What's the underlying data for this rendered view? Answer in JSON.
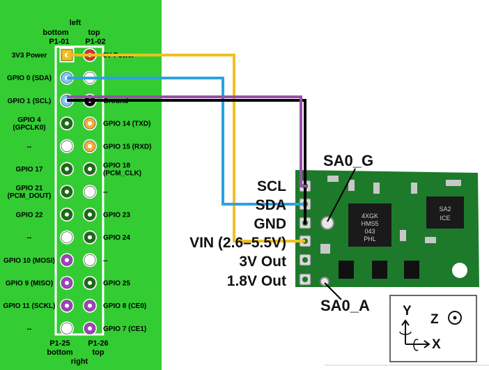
{
  "header": {
    "side": "left",
    "col_left_sub": "bottom",
    "col_right_sub": "top",
    "col_left_id": "P1-01",
    "col_right_id": "P1-02"
  },
  "footer": {
    "col_left_id": "P1-25",
    "col_right_id": "P1-26",
    "col_left_sub": "bottom",
    "col_right_sub": "top",
    "side": "right"
  },
  "pins_left": [
    {
      "label": [
        "3V3 Power"
      ],
      "color": "#f0c020",
      "square": true
    },
    {
      "label": [
        "GPIO 0 (SDA)"
      ],
      "color": "#7ec8f0"
    },
    {
      "label": [
        "GPIO 1 (SCL)"
      ],
      "color": "#7ec8f0"
    },
    {
      "label": [
        "GPIO 4",
        "(GPCLK0)"
      ],
      "color": "#1a6b12"
    },
    {
      "label": [
        "--"
      ],
      "color": "#ffffff"
    },
    {
      "label": [
        "GPIO 17"
      ],
      "color": "#1a6b12"
    },
    {
      "label": [
        "GPIO 21",
        "(PCM_DOUT)"
      ],
      "color": "#1a6b12"
    },
    {
      "label": [
        "GPIO 22"
      ],
      "color": "#1a6b12"
    },
    {
      "label": [
        "--"
      ],
      "color": "#ffffff"
    },
    {
      "label": [
        "GPIO 10 (MOSI)"
      ],
      "color": "#a040c0"
    },
    {
      "label": [
        "GPIO 9 (MISO)"
      ],
      "color": "#a040c0"
    },
    {
      "label": [
        "GPIO 11 (SCKL)"
      ],
      "color": "#a040c0"
    },
    {
      "label": [
        "--"
      ],
      "color": "#ffffff"
    }
  ],
  "pins_right": [
    {
      "label": [
        "5V Power"
      ],
      "color": "#e03020"
    },
    {
      "label": [
        ""
      ],
      "color": "#ffffff"
    },
    {
      "label": [
        "Ground"
      ],
      "color": "#000000"
    },
    {
      "label": [
        "GPIO 14 (TXD)"
      ],
      "color": "#f0b030"
    },
    {
      "label": [
        "GPIO 15 (RXD)"
      ],
      "color": "#f0b030"
    },
    {
      "label": [
        "GPIO 18",
        "(PCM_CLK)"
      ],
      "color": "#1a6b12"
    },
    {
      "label": [
        "--"
      ],
      "color": "#ffffff"
    },
    {
      "label": [
        "GPIO 23"
      ],
      "color": "#1a6b12"
    },
    {
      "label": [
        "GPIO 24"
      ],
      "color": "#1a6b12"
    },
    {
      "label": [
        "--"
      ],
      "color": "#ffffff"
    },
    {
      "label": [
        "GPIO 25"
      ],
      "color": "#1a6b12"
    },
    {
      "label": [
        "GPIO 8 (CE0)"
      ],
      "color": "#a040c0"
    },
    {
      "label": [
        "GPIO 7 (CE1)"
      ],
      "color": "#a040c0"
    }
  ],
  "sensor_pins": [
    "SCL",
    "SDA",
    "GND",
    "VIN (2.6–5.5V)",
    "3V Out",
    "1.8V Out"
  ],
  "chip_labels": [
    "4XGK",
    "HMS5",
    "043",
    "PHL",
    "SA2",
    "ICE"
  ],
  "callouts": {
    "top": "SA0_G",
    "bottom": "SA0_A"
  },
  "axes": {
    "y": "Y",
    "z": "Z",
    "x": "X"
  },
  "colors": {
    "board_green": "#33cc33",
    "wire_vin": "#f0c020",
    "wire_sda": "#2aa3e0",
    "wire_scl": "#9a4fa8",
    "wire_gnd": "#000000",
    "pcb_green": "#1d7a2a"
  }
}
